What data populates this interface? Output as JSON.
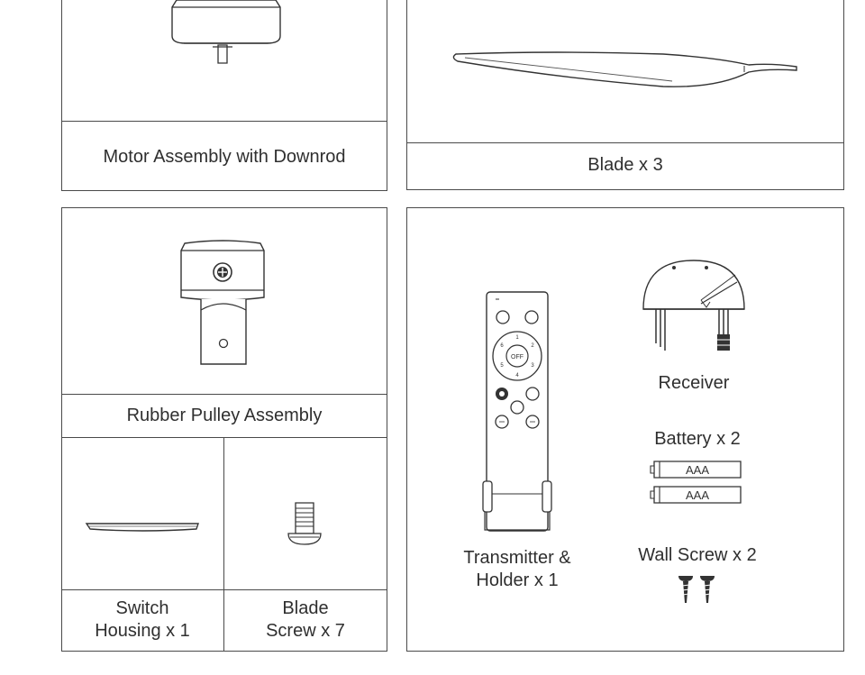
{
  "parts": {
    "motor": {
      "label": "Motor Assembly with Downrod"
    },
    "blade": {
      "label": "Blade x 3"
    },
    "pulley": {
      "label": "Rubber Pulley Assembly"
    },
    "switch_housing": {
      "line1": "Switch",
      "line2": "Housing x 1"
    },
    "blade_screw": {
      "line1": "Blade",
      "line2": "Screw x 7"
    },
    "transmitter": {
      "line1": "Transmitter &",
      "line2": "Holder x 1"
    },
    "receiver": {
      "label": "Receiver"
    },
    "battery": {
      "label": "Battery x 2",
      "cell_label": "AAA"
    },
    "wall_screw": {
      "label": "Wall Screw x 2"
    }
  },
  "remote": {
    "off_label": "OFF",
    "dial_numbers": [
      "1",
      "2",
      "3",
      "4",
      "5",
      "6"
    ]
  }
}
